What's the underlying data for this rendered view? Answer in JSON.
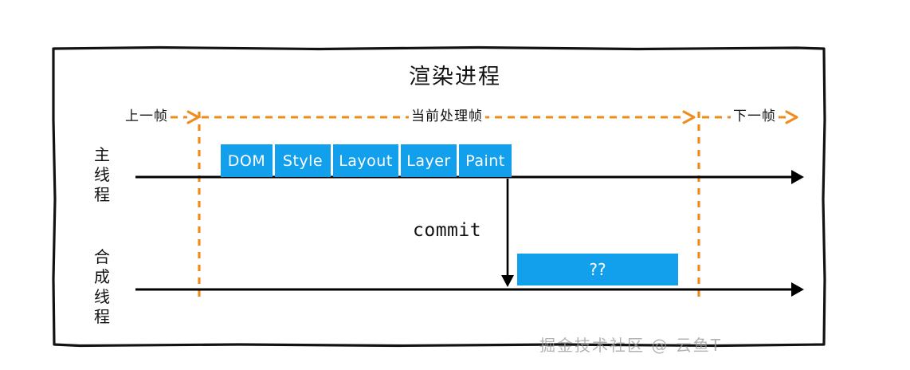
{
  "diagram": {
    "title": "渲染进程",
    "frame_markers": {
      "previous": "上一帧",
      "current": "当前处理帧",
      "next": "下一帧"
    },
    "lanes": [
      {
        "id": "main-thread",
        "label": "主线程"
      },
      {
        "id": "compositor-thread",
        "label": "合成线程"
      }
    ],
    "pipeline": {
      "stages": [
        {
          "label": "DOM",
          "width": 65
        },
        {
          "label": "Style",
          "width": 70
        },
        {
          "label": "Layout",
          "width": 82
        },
        {
          "label": "Layer",
          "width": 70
        },
        {
          "label": "Paint",
          "width": 66
        }
      ]
    },
    "commit": {
      "label": "commit"
    },
    "composite_task": {
      "label": "??"
    },
    "watermark": "掘金技术社区 @ 云鱼T",
    "colors": {
      "stage_blue": "#12a0ed",
      "frame_marker_orange": "#ef8c1c",
      "axis_black": "#000000",
      "border_black": "#121212",
      "watermark_grey": "#9a9a9a"
    }
  }
}
